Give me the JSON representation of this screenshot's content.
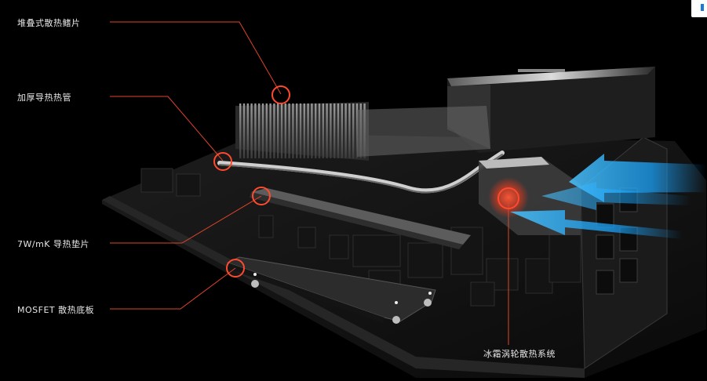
{
  "callouts": {
    "fin_stack": "堆叠式散热鳍片",
    "heatpipe": "加厚导热热管",
    "thermal_pad": "7W/mK 导热垫片",
    "mosfet_base": "MOSFET 散热底板",
    "turbo_cooling": "冰霜涡轮散热系统"
  },
  "colors": {
    "callout_line": "#e0442a",
    "marker_ring": "#ff4a2e",
    "airflow_arrow": "#1aa6ff",
    "background": "#000000"
  }
}
